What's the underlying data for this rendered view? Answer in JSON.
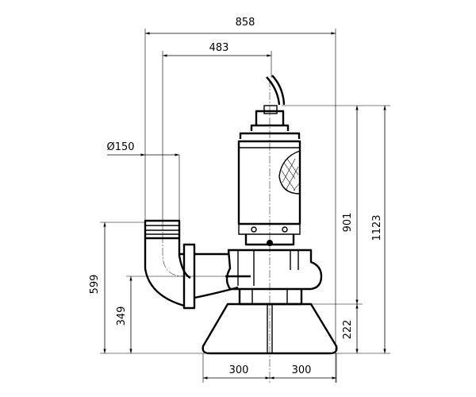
{
  "drawing": {
    "dimensions": {
      "overall_width": "858",
      "outlet_to_center": "483",
      "outlet_diameter": "Ø150",
      "outlet_height": "599",
      "discharge_center_height": "349",
      "motor_height": "901",
      "total_height": "1123",
      "stand_height": "222",
      "stand_half_left": "300",
      "stand_half_right": "300"
    }
  }
}
